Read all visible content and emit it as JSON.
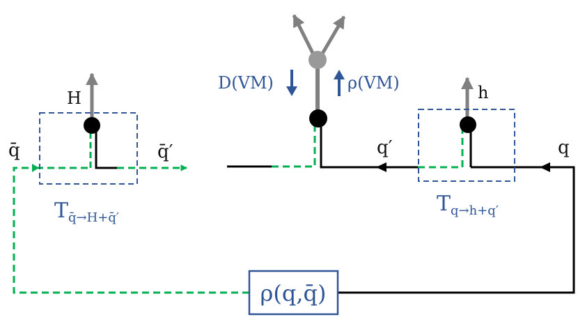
{
  "colors": {
    "green": "#00B050",
    "black": "#000000",
    "gray": "#808080",
    "blue": "#2F5597",
    "box_dash": "#2F5597"
  },
  "labels": {
    "qbar_in": "q̄",
    "qbar_prime_out": "q̄′",
    "H": "H",
    "T_left_main": "T",
    "T_left_sub": "q̄→H+q̄′",
    "D_VM": "D(VM)",
    "rho_VM": "ρ(VM)",
    "q_prime": "q′",
    "q_in": "q",
    "h": "h",
    "T_right_main": "T",
    "T_right_sub": "q→h+q′",
    "rho_box": "ρ(q,q̄)"
  }
}
